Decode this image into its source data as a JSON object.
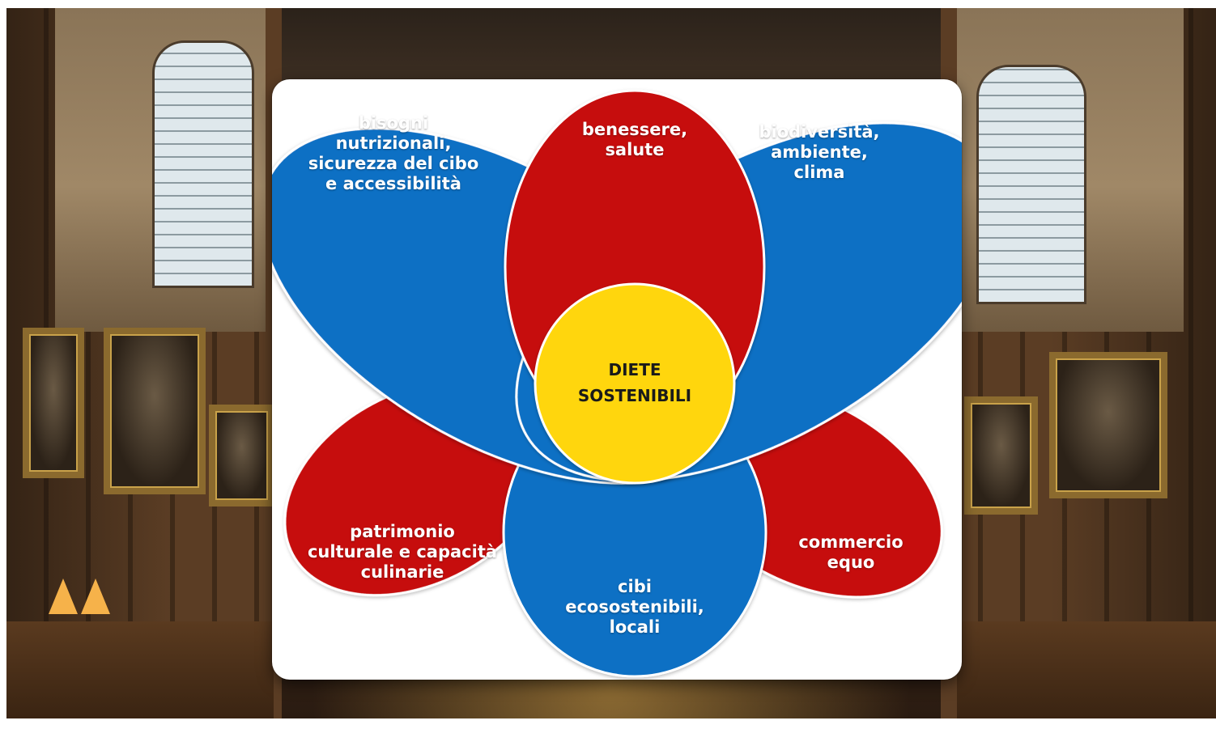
{
  "colors": {
    "blue": "#0a6fc4",
    "red": "#c60a0a",
    "yellow": "#ffd60a",
    "card": "#ffffff"
  },
  "background": {
    "scene": "dining-hall-photo"
  },
  "diagram": {
    "center": "DIETE\nSOSTENIBILI",
    "petals": {
      "top_left": "bisogni\nnutrizionali,\nsicurezza del cibo\ne accessibilità",
      "top": "benessere,\nsalute",
      "top_right": "biodiversità,\nambiente,\nclima",
      "bottom_left": "patrimonio\nculturale e capacità\nculinarie",
      "bottom": "cibi\necosostenibili,\nlocali",
      "bottom_right": "commercio\nequo"
    }
  }
}
